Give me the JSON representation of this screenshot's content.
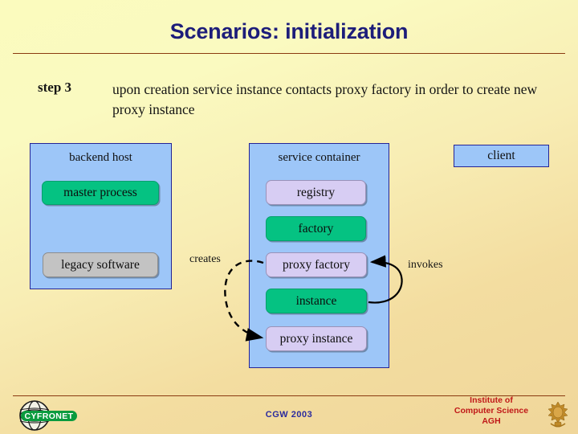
{
  "slide": {
    "title": "Scenarios: initialization",
    "step": {
      "label": "step 3",
      "text": "upon creation service instance contacts proxy factory in order to create new proxy instance"
    }
  },
  "diagram": {
    "containers": [
      {
        "id": "backend-host",
        "title": "backend host"
      },
      {
        "id": "service-container",
        "title": "service container"
      }
    ],
    "nodes": [
      {
        "id": "master-process",
        "label": "master process",
        "style": "green"
      },
      {
        "id": "legacy-software",
        "label": "legacy software",
        "style": "gray"
      },
      {
        "id": "registry",
        "label": "registry",
        "style": "purple"
      },
      {
        "id": "factory",
        "label": "factory",
        "style": "green"
      },
      {
        "id": "proxy-factory",
        "label": "proxy factory",
        "style": "purple"
      },
      {
        "id": "instance",
        "label": "instance",
        "style": "green"
      },
      {
        "id": "proxy-instance",
        "label": "proxy instance",
        "style": "purple"
      }
    ],
    "client": {
      "label": "client"
    },
    "edges": [
      {
        "id": "creates",
        "label": "creates",
        "style": "dashed",
        "from": "proxy-factory",
        "to": "proxy-instance"
      },
      {
        "id": "invokes",
        "label": "invokes",
        "style": "solid",
        "from": "instance",
        "to": "proxy-factory"
      }
    ]
  },
  "footer": {
    "center": "CGW 2003",
    "right_line1": "Institute of",
    "right_line2": "Computer Science",
    "right_line3": "AGH",
    "logo_text": "CYFRONET"
  },
  "colors": {
    "title": "#1d1d7a",
    "rule": "#8a3a10",
    "container_fill": "#9dc6f8",
    "container_border": "#242496",
    "green": "#05c282",
    "purple": "#d7cdf3",
    "gray": "#c3c3c3",
    "footer_center": "#2a2a9e",
    "footer_right": "#c01818",
    "background_top": "#fbfbbe",
    "background_bottom": "#f0d69a"
  }
}
